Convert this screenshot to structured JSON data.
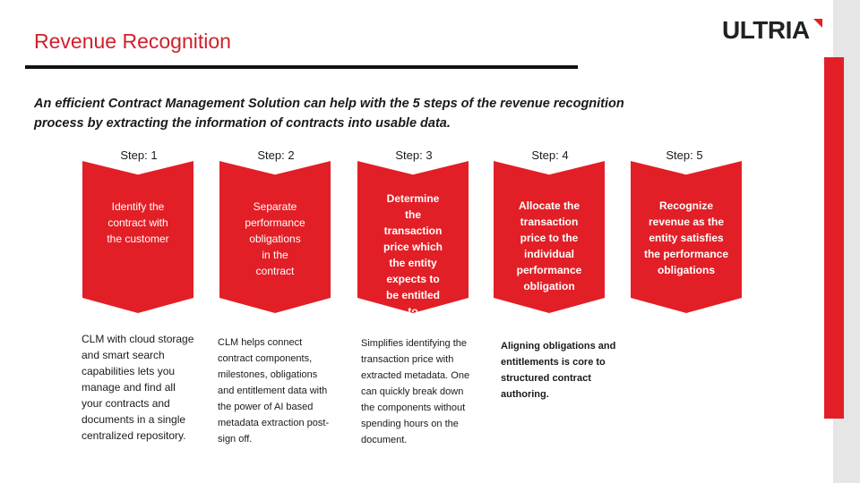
{
  "header": {
    "title": "Revenue Recognition",
    "logo_text": "ULTRIA",
    "accent_color": "#e21f26"
  },
  "intro": "An efficient Contract Management Solution can help with the 5 steps of the revenue\nrecognition process by extracting the information of contracts into usable data.",
  "steps": [
    {
      "label": "Step: 1",
      "title": "Identify the\ncontract with\nthe customer",
      "description": "CLM with cloud storage\nand smart search\ncapabilities lets you\nmanage and find  all\nyour contracts and\ndocuments in a single\ncentralized repository."
    },
    {
      "label": "Step: 2",
      "title": "Separate\nperformance\nobligations\nin  the\ncontract",
      "description": "CLM helps connect\ncontract components,\nmilestones, obligations\nand entitlement data with\nthe power of AI based\nmetadata extraction post-\nsign off."
    },
    {
      "label": "Step: 3",
      "title": "Determine\nthe\ntransaction\nprice which\nthe entity\nexpects to\nbe entitled\nto",
      "description": "Simplifies identifying the\ntransaction price with\nextracted metadata. One\ncan quickly  break down\nthe components without\nspending hours on the\ndocument."
    },
    {
      "label": "Step: 4",
      "title": "Allocate the\ntransaction\nprice  to the\nindividual\nperformance\nobligation",
      "description": "Aligning obligations and\nentitlements is core to\nstructured contract\nauthoring."
    },
    {
      "label": "Step: 5",
      "title": "Recognize\nrevenue as the\nentity satisfies\nthe performance\nobligations",
      "description": ""
    }
  ]
}
